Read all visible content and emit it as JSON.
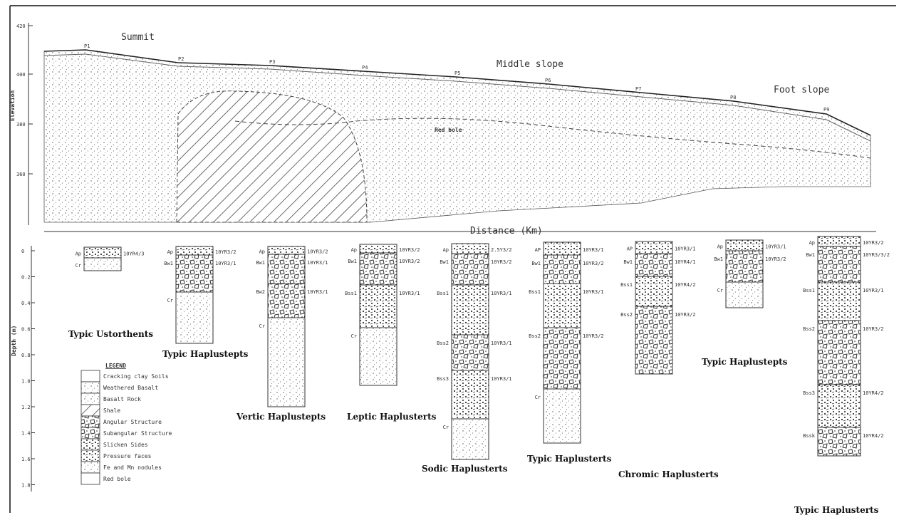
{
  "section": {
    "y_axis_label": "Elevation",
    "y_ticks": [
      "420",
      "400",
      "380",
      "360"
    ],
    "x_axis_label": "Distance (Km)",
    "zone_labels": {
      "summit": "Summit",
      "middle": "Middle slope",
      "foot": "Foot slope",
      "redbole": "Red bole"
    },
    "profile_points": [
      "P1",
      "P2",
      "P3",
      "P4",
      "P5",
      "P6",
      "P7",
      "P8",
      "P9"
    ]
  },
  "depth_axis": {
    "label": "Depth (m)",
    "ticks": [
      "0",
      "0.2",
      "0.4",
      "0.6",
      "0.8",
      "1.0",
      "1.2",
      "1.4",
      "1.6",
      "1.8"
    ]
  },
  "legend": {
    "title": "LEGEND",
    "items": [
      "Cracking clay Soils",
      "Weathered Basalt",
      "Basalt Rock",
      "Shale",
      "Angular Structure",
      "Subangular Structure",
      "Slicken Sides",
      "Pressure faces",
      "Fe and Mn nodules",
      "Red bole"
    ]
  },
  "profiles": [
    {
      "name": "Typic Ustorthents",
      "horizons": [
        "Ap",
        "Cr"
      ],
      "colors": [
        "10YR4/3"
      ]
    },
    {
      "name": "Typic Haplustepts",
      "horizons": [
        "Ap",
        "Bw1",
        "Cr"
      ],
      "colors": [
        "10YR3/2",
        "10YR3/1"
      ]
    },
    {
      "name": "Vertic Haplustepts",
      "horizons": [
        "Ap",
        "Bw1",
        "Bw2",
        "Cr"
      ],
      "colors": [
        "10YR3/2",
        "10YR3/1",
        "10YR3/1"
      ]
    },
    {
      "name": "Leptic Haplusterts",
      "horizons": [
        "Ap",
        "Bw1",
        "Bss1",
        "Cr"
      ],
      "colors": [
        "10YR3/2",
        "10YR3/2",
        "10YR3/1"
      ]
    },
    {
      "name": "Sodic Haplusterts",
      "horizons": [
        "Ap",
        "Bw1",
        "Bss1",
        "Bss2",
        "Bss3",
        "Cr"
      ],
      "colors": [
        "2.5Y3/2",
        "10YR3/2",
        "10YR3/1",
        "10YR3/1",
        "10YR3/1"
      ]
    },
    {
      "name": "Typic Haplusterts",
      "horizons": [
        "AP",
        "Bw1",
        "Bss1",
        "Bss2",
        "Cr"
      ],
      "colors": [
        "10YR3/1",
        "10YR3/2",
        "10YR3/1",
        "10YR3/2"
      ]
    },
    {
      "name": "Chromic Haplusterts",
      "horizons": [
        "AP",
        "Bw1",
        "Bss1",
        "Bss2"
      ],
      "colors": [
        "10YR3/1",
        "10YR4/1",
        "10YR4/2",
        "10YR3/2"
      ]
    },
    {
      "name": "Typic Haplustepts",
      "horizons": [
        "Ap",
        "Bw1",
        "Cr"
      ],
      "colors": [
        "10YR3/1",
        "10YR3/2"
      ]
    },
    {
      "name": "Typic Haplusterts",
      "horizons": [
        "Ap",
        "Bw1",
        "Bss1",
        "Bss2",
        "Bss3",
        "Bssk"
      ],
      "colors": [
        "10YR3/2",
        "10YR3/3/2",
        "10YR3/1",
        "10YR3/2",
        "10YR4/2",
        "10YR4/2"
      ]
    }
  ]
}
